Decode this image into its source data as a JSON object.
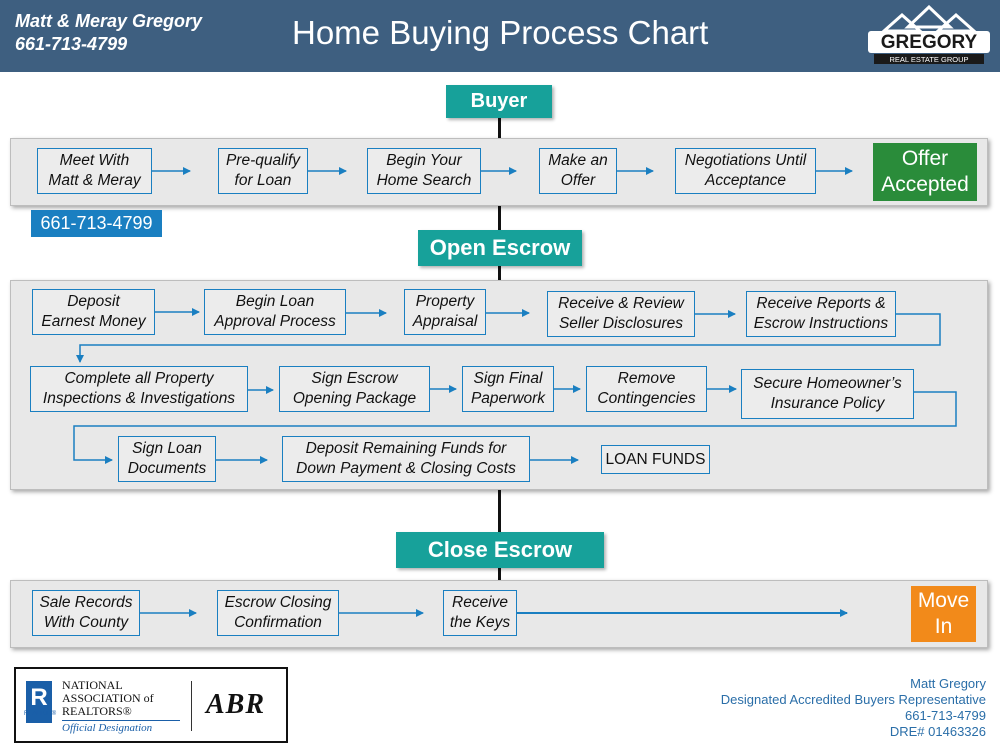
{
  "header": {
    "agent_name": "Matt & Meray Gregory",
    "agent_phone": "661-713-4799",
    "title": "Home Buying Process Chart",
    "logo_name": "GREGORY",
    "logo_subtitle": "REAL ESTATE GROUP"
  },
  "colors": {
    "header_bg": "#3e5f80",
    "stage_bg": "#17a19a",
    "step_border": "#1a7fc1",
    "offer_bg": "#2a8c3a",
    "move_bg": "#f28a1a"
  },
  "stages": {
    "buyer": "Buyer",
    "open_escrow": "Open Escrow",
    "close_escrow": "Close Escrow"
  },
  "buyer": {
    "steps": [
      "Meet With\nMatt & Meray",
      "Pre-qualify\nfor Loan",
      "Begin Your\nHome Search",
      "Make an\nOffer",
      "Negotiations Until\nAcceptance"
    ],
    "phone": "661-713-4799",
    "result": "Offer\nAccepted"
  },
  "open_escrow": {
    "row1": [
      "Deposit\nEarnest Money",
      "Begin Loan\nApproval Process",
      "Property\nAppraisal",
      "Receive & Review\nSeller Disclosures",
      "Receive Reports &\nEscrow Instructions"
    ],
    "row2": [
      "Complete all Property\nInspections & Investigations",
      "Sign Escrow\nOpening Package",
      "Sign Final\nPaperwork",
      "Remove\nContingencies",
      "Secure Homeowner’s\nInsurance Policy"
    ],
    "row3": [
      "Sign Loan\nDocuments",
      "Deposit Remaining Funds for\nDown Payment & Closing Costs",
      "LOAN FUNDS"
    ]
  },
  "close_escrow": {
    "steps": [
      "Sale Records\nWith County",
      "Escrow Closing\nConfirmation",
      "Receive\nthe Keys"
    ],
    "result": "Move\nIn"
  },
  "footer": {
    "nar_text": "NATIONAL\nASSOCIATION of\nREALTORS®",
    "nar_logo_letter": "R",
    "nar_logo_sub": "REALTOR®",
    "official": "Official Designation",
    "abr": "ABR",
    "contact_name": "Matt Gregory",
    "contact_title": "Designated Accredited Buyers Representative",
    "contact_phone": "661-713-4799",
    "contact_dre": "DRE# 01463326"
  }
}
